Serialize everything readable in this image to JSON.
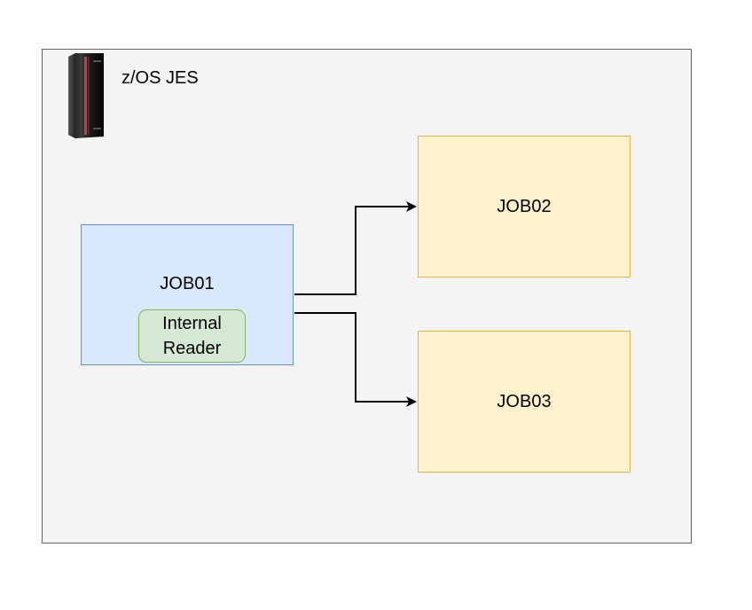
{
  "container": {
    "title": "z/OS JES",
    "icon": "mainframe-server-icon"
  },
  "nodes": {
    "job01": {
      "label": "JOB01"
    },
    "internal_reader": {
      "line1": "Internal",
      "line2": "Reader"
    },
    "job02": {
      "label": "JOB02"
    },
    "job03": {
      "label": "JOB03"
    }
  },
  "edges": [
    {
      "from": "job01",
      "to": "job02"
    },
    {
      "from": "job01",
      "to": "job03"
    }
  ],
  "colors": {
    "container_fill": "#f4f4f4",
    "container_stroke": "#666666",
    "job01_fill": "#dae8fc",
    "job01_stroke": "#6c8ebf",
    "reader_fill": "#d5e8d4",
    "reader_stroke": "#82b366",
    "job_fill": "#fff2cc",
    "job_stroke": "#d6b656"
  }
}
